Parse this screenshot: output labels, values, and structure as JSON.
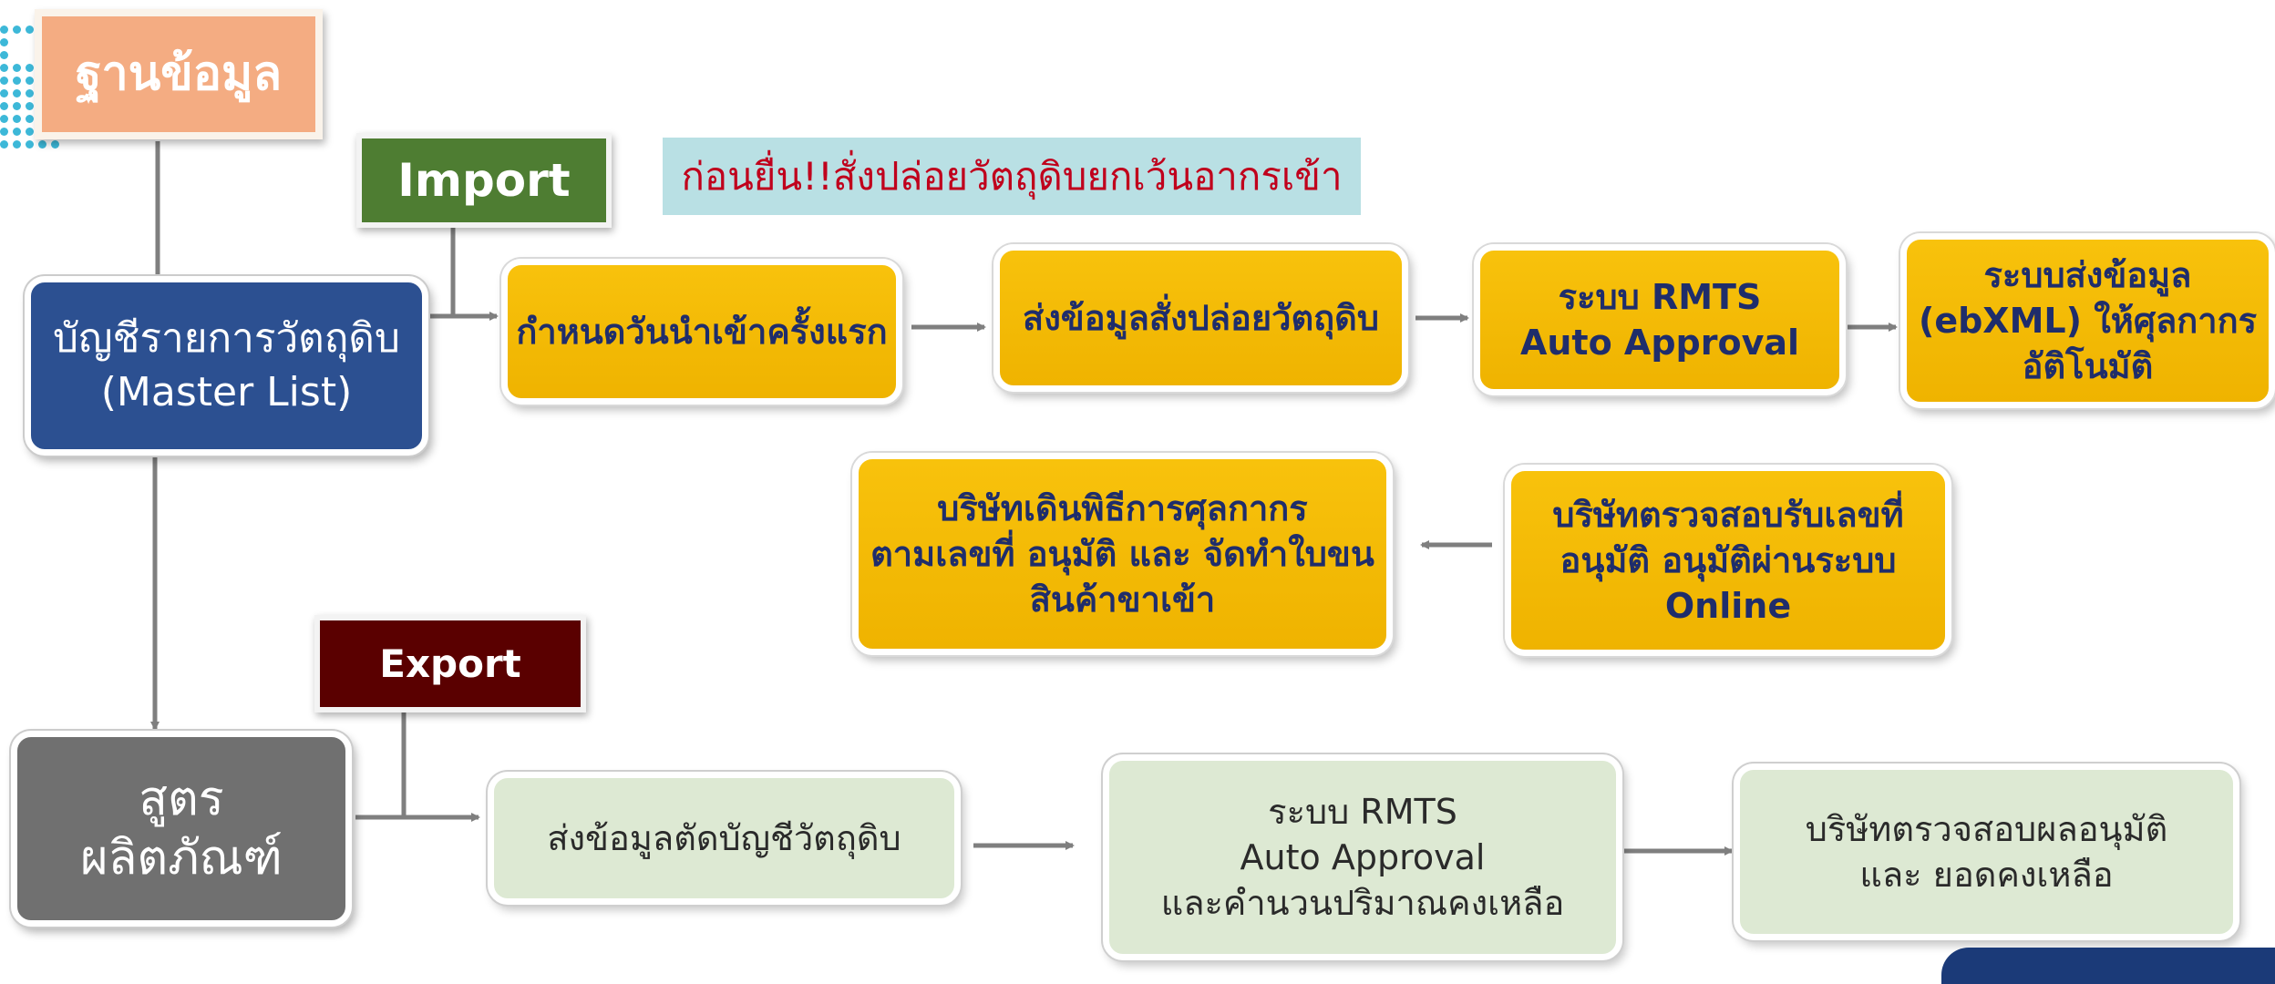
{
  "database_label": "ฐานข้อมูล",
  "import_tag": "Import",
  "export_tag": "Export",
  "notice": "ก่อนยื่น!!สั่งปล่อยวัตถุดิบยกเว้นอากรเข้า",
  "master_list": "บัญชีรายการวัตถุดิบ\n(Master List)",
  "formula": "สูตร\nผลิตภัณฑ์",
  "import_flow": {
    "step1": "กำหนดวันนำเข้าครั้งแรก",
    "step2": "ส่งข้อมูลสั่งปล่อยวัตถุดิบ",
    "step3": "ระบบ RMTS\nAuto Approval",
    "step4": "ระบบส่งข้อมูล\n(ebXML) ให้ศุลกากร\nอัติโนมัติ",
    "step5": "บริษัทตรวจสอบรับเลขที่\nอนุมัติ อนุมัติผ่านระบบ\nOnline",
    "step6": "บริษัทเดินพิธีการศุลกากร\nตามเลขที่ อนุมัติ และ จัดทำใบขน\nสินค้าขาเข้า"
  },
  "export_flow": {
    "step1": "ส่งข้อมูลตัดบัญชีวัตถุดิบ",
    "step2": "ระบบ RMTS\nAuto Approval\nและคำนวนปริมาณคงเหลือ",
    "step3": "บริษัทตรวจสอบผลอนุมัติ\nและ ยอดคงเหลือ"
  },
  "colors": {
    "database": "#f4ac82",
    "import_tag": "#4e7d32",
    "export_tag": "#5a0000",
    "master_list": "#2c5091",
    "formula": "#707070",
    "notice_bg": "#b9e0e4",
    "notice_text": "#c0001c",
    "step_yellow": "#f7bd00",
    "step_green": "#dde9d3",
    "arrow": "#7f7f7f"
  }
}
